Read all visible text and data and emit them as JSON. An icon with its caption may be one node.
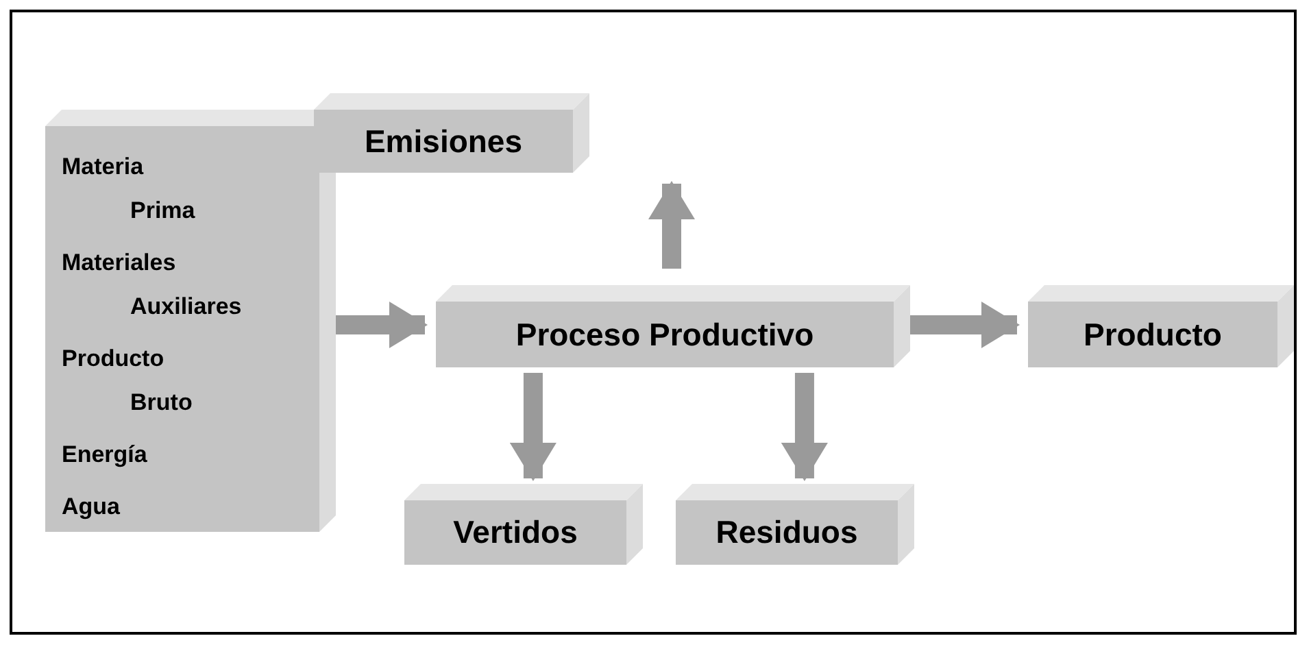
{
  "diagram": {
    "nodes": [
      {
        "text": [
          "Materia Prima",
          "Materiales Auxiliares",
          "Producto Bruto",
          "Energía",
          "Agua"
        ]
      },
      {
        "text": [
          "Emisiones"
        ]
      },
      {
        "text": [
          "Proceso Productivo"
        ]
      },
      {
        "text": [
          "Producto"
        ]
      },
      {
        "text": [
          "Vertidos"
        ]
      },
      {
        "text": [
          "Residuos"
        ]
      }
    ],
    "edges": [
      {
        "from": 0,
        "to": 2,
        "arrow": "to"
      },
      {
        "from": 2,
        "to": 1,
        "arrow": "to"
      },
      {
        "from": 2,
        "to": 3,
        "arrow": "to"
      },
      {
        "from": 2,
        "to": 4,
        "arrow": "to"
      },
      {
        "from": 2,
        "to": 5,
        "arrow": "to"
      }
    ]
  }
}
